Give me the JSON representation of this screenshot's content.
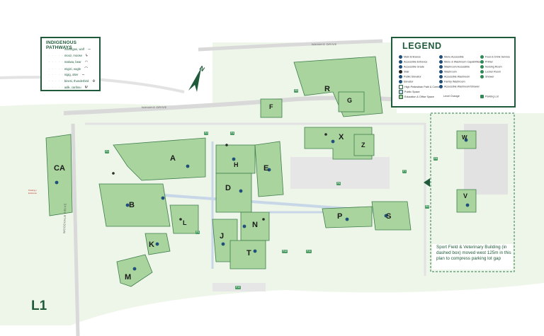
{
  "map": {
    "floor_label": "L1",
    "north_label": "N",
    "roads": {
      "navaho_drive_top": "NAVAHO DRIVE",
      "navaho_drive_mid": "NAVAHO DRIVE",
      "woodvale_drive": "WOODVALE DRIVE"
    },
    "buildings": [
      "R",
      "G",
      "F",
      "X",
      "Z",
      "CA",
      "A",
      "H",
      "E",
      "D",
      "B",
      "K",
      "L",
      "J",
      "N",
      "T",
      "M",
      "P",
      "S",
      "V",
      "W"
    ],
    "lots": [
      "P1",
      "P2",
      "P3",
      "P4",
      "P5",
      "P6",
      "P7",
      "P8",
      "P9",
      "P10",
      "P11",
      "P12"
    ],
    "note": "Sport Field & Veterinary Building (in dashed box) moved west 125m in this plan to compress parking lot gap",
    "red_marker": "Parking / Entrance",
    "colors": {
      "brand_green": "#1f5b3a",
      "building_fill": "#9fcf96",
      "building_outline": "#3e7d4b",
      "path": "#c7d7e8",
      "marker_blue": "#1f4f7a",
      "ground": "#e9f3e4",
      "road": "#f4f4f4"
    }
  },
  "indigenous_pathways": {
    "title": "INDIGENOUS PATHWAYS",
    "items": [
      {
        "label": "mahingan, wolf",
        "glyph": "wolf-glyph"
      },
      {
        "label": "mooz, moose",
        "glyph": "moose-glyph"
      },
      {
        "label": "makwa, bear",
        "glyph": "bear-glyph"
      },
      {
        "label": "migizi, eagle",
        "glyph": "eagle-glyph"
      },
      {
        "label": "nigig, otter",
        "glyph": "otter-glyph"
      },
      {
        "label": "binesi, thunderbird",
        "glyph": "thunderbird-glyph"
      },
      {
        "label": "adik, caribou",
        "glyph": "caribou-glyph"
      }
    ]
  },
  "legend": {
    "title": "LEGEND",
    "col1": [
      "Main Entrance",
      "Accessible Entrance",
      "Accessible Grade",
      "Stair",
      "Public Elevator",
      "Elevator",
      "High Pedestrian Path & Corridor",
      "Public Space",
      "Education & Office Space"
    ],
    "col2": [
      "Menu Accessible",
      "Menu & Washroom Capabilities",
      "Washroom Accessible",
      "Washroom",
      "Accessible Washroom",
      "Family Washroom",
      "Accessible Washroom/Shower",
      "Level Change"
    ],
    "col3": [
      "Food & Drink Service",
      "Printer",
      "Nursing Room",
      "Locker Room",
      "Shower",
      "Parking Lot"
    ]
  }
}
